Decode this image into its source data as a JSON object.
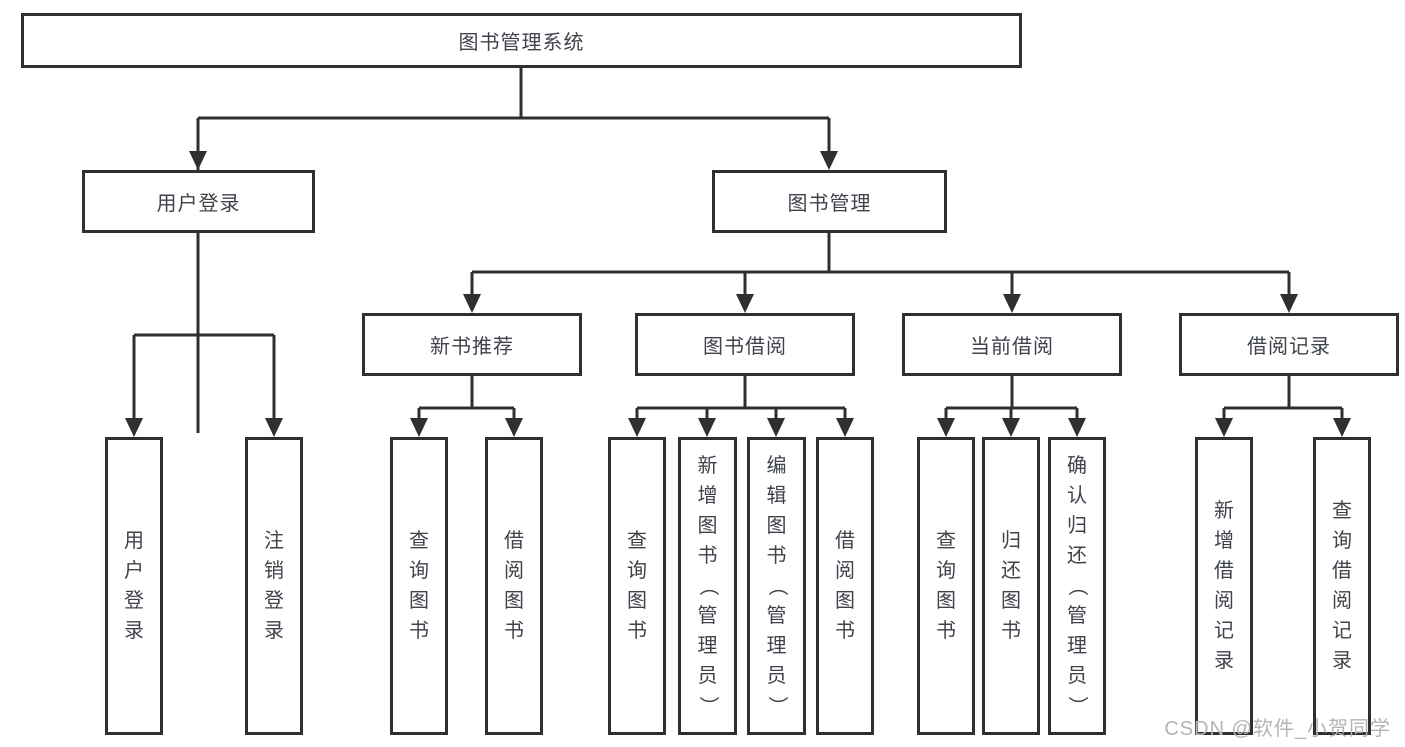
{
  "diagram": {
    "root": "图书管理系统",
    "level2": [
      {
        "label": "用户登录",
        "leaves": [
          "用户登录",
          "注销登录"
        ]
      },
      {
        "label": "图书管理",
        "children": [
          {
            "label": "新书推荐",
            "leaves": [
              "查询图书",
              "借阅图书"
            ]
          },
          {
            "label": "图书借阅",
            "leaves": [
              "查询图书",
              "新增图书（管理员）",
              "编辑图书（管理员）",
              "借阅图书"
            ]
          },
          {
            "label": "当前借阅",
            "leaves": [
              "查询图书",
              "归还图书",
              "确认归还（管理员）"
            ]
          },
          {
            "label": "借阅记录",
            "leaves": [
              "新增借阅记录",
              "查询借阅记录"
            ]
          }
        ]
      }
    ]
  },
  "watermark": "CSDN @软件_小贺同学",
  "colors": {
    "line": "#2f2f2f",
    "text": "#3f434b",
    "watermark": "#b5b5b5",
    "background": "#ffffff"
  }
}
